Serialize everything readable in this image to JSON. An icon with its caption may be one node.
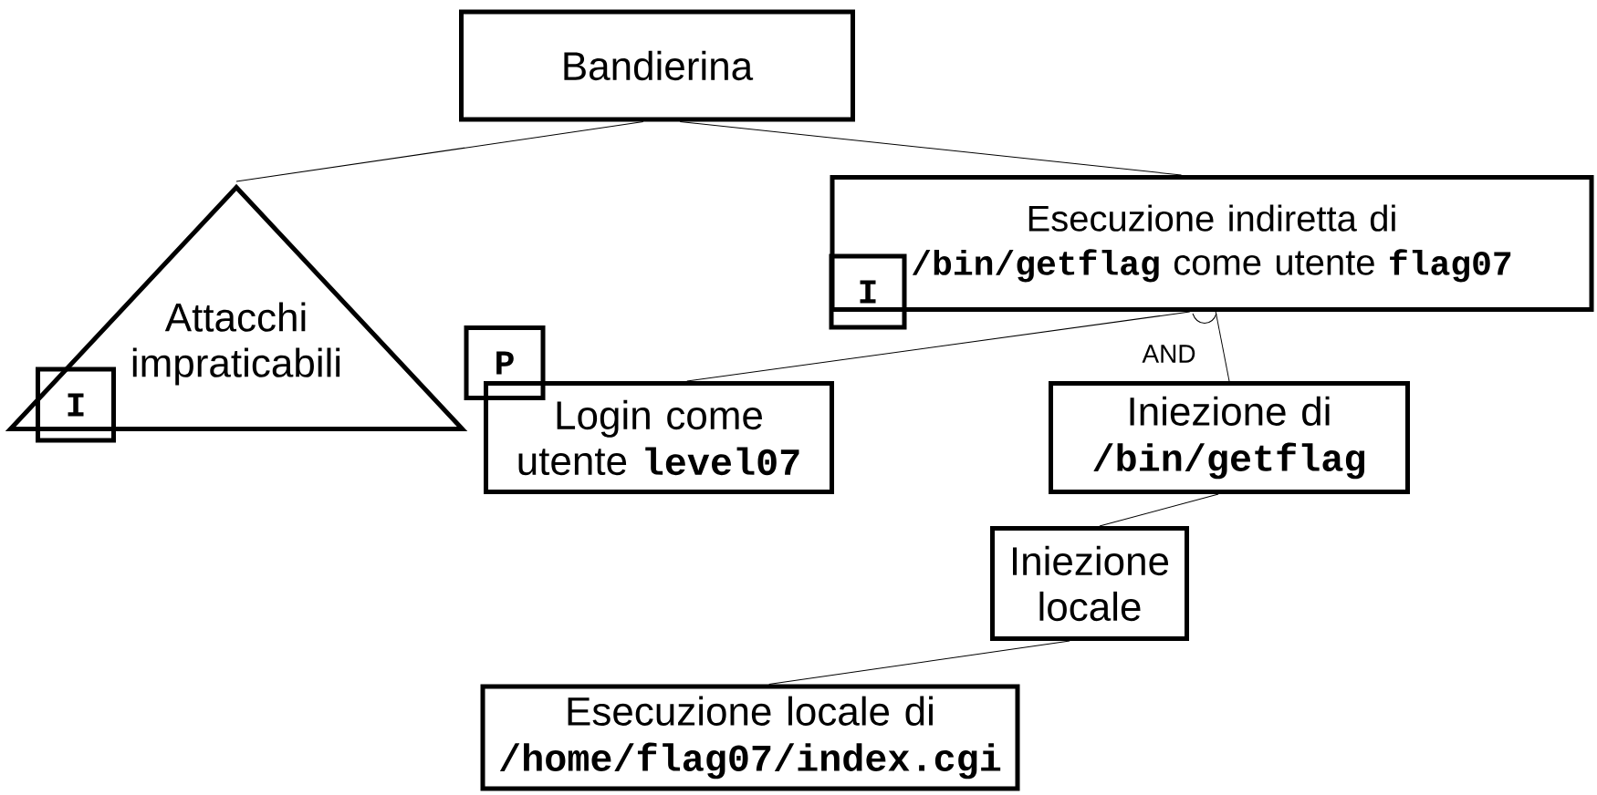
{
  "diagram": {
    "nodes": [
      {
        "text": [
          "Bandierina"
        ]
      },
      {
        "text": [
          "Attacchi impraticabili"
        ]
      },
      {
        "text": [
          "I"
        ]
      },
      {
        "text": [
          "Esecuzione indiretta di **/bin/getflag** come utente **flag07**"
        ]
      },
      {
        "text": [
          "I"
        ]
      },
      {
        "text": [
          "P"
        ]
      },
      {
        "text": [
          "Login come utente **level07**"
        ]
      },
      {
        "text": [
          "Iniezione di **/bin/getflag**"
        ]
      },
      {
        "text": [
          "Iniezione locale"
        ]
      },
      {
        "text": [
          "Esecuzione locale di **/home/flag07/index.cgi**"
        ]
      }
    ],
    "edges": [
      {
        "from": 0,
        "to": 1,
        "arrow": "none"
      },
      {
        "from": 0,
        "to": 3,
        "arrow": "none"
      },
      {
        "from": 3,
        "to": 6,
        "arrow": "none"
      },
      {
        "from": 3,
        "to": 7,
        "arrow": "none"
      },
      {
        "from": 7,
        "to": 8,
        "arrow": "none"
      },
      {
        "from": 8,
        "to": 9,
        "arrow": "none"
      }
    ],
    "labels": [
      "AND"
    ]
  }
}
